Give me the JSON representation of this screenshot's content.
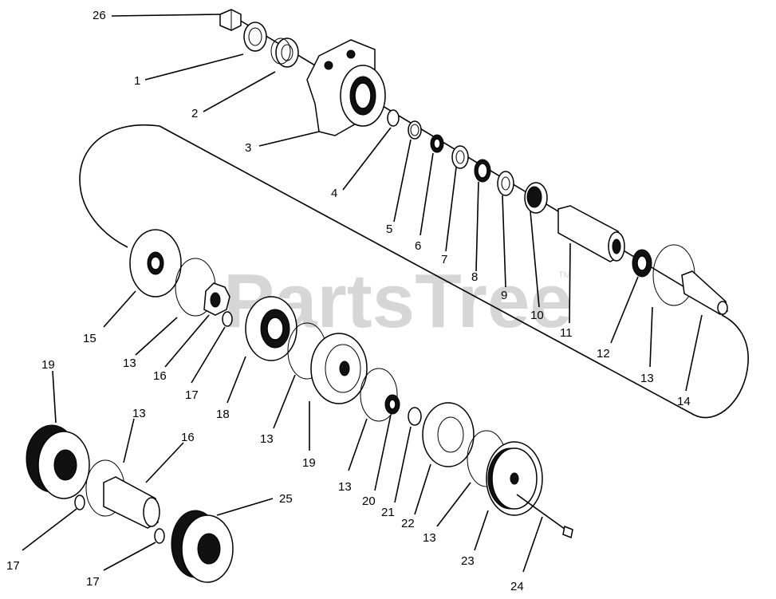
{
  "watermark": {
    "text": "PartsTree",
    "trademark": "TM"
  },
  "callouts": [
    {
      "id": "26",
      "text": "26"
    },
    {
      "id": "1",
      "text": "1"
    },
    {
      "id": "2",
      "text": "2"
    },
    {
      "id": "3",
      "text": "3"
    },
    {
      "id": "4",
      "text": "4"
    },
    {
      "id": "5",
      "text": "5"
    },
    {
      "id": "6",
      "text": "6"
    },
    {
      "id": "7",
      "text": "7"
    },
    {
      "id": "8",
      "text": "8"
    },
    {
      "id": "9",
      "text": "9"
    },
    {
      "id": "10",
      "text": "10"
    },
    {
      "id": "11",
      "text": "11"
    },
    {
      "id": "12",
      "text": "12"
    },
    {
      "id": "13a",
      "text": "13"
    },
    {
      "id": "14",
      "text": "14"
    },
    {
      "id": "15",
      "text": "15"
    },
    {
      "id": "13b",
      "text": "13"
    },
    {
      "id": "16a",
      "text": "16"
    },
    {
      "id": "17a",
      "text": "17"
    },
    {
      "id": "18",
      "text": "18"
    },
    {
      "id": "13c",
      "text": "13"
    },
    {
      "id": "19a",
      "text": "19"
    },
    {
      "id": "13d",
      "text": "13"
    },
    {
      "id": "20",
      "text": "20"
    },
    {
      "id": "21",
      "text": "21"
    },
    {
      "id": "22",
      "text": "22"
    },
    {
      "id": "13e",
      "text": "13"
    },
    {
      "id": "23",
      "text": "23"
    },
    {
      "id": "24",
      "text": "24"
    },
    {
      "id": "19b",
      "text": "19"
    },
    {
      "id": "13f",
      "text": "13"
    },
    {
      "id": "16b",
      "text": "16"
    },
    {
      "id": "25",
      "text": "25"
    },
    {
      "id": "17b",
      "text": "17"
    },
    {
      "id": "17c",
      "text": "17"
    }
  ]
}
